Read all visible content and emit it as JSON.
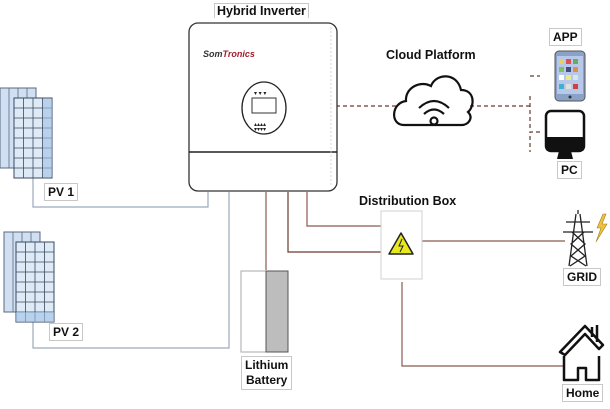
{
  "diagram": {
    "inverter": {
      "label": "Hybrid Inverter",
      "brand_prefix": "Som",
      "brand_suffix": "Tronics"
    },
    "cloud": {
      "label": "Cloud Platform"
    },
    "app": {
      "label": "APP"
    },
    "pc": {
      "label": "PC"
    },
    "pv1": {
      "label": "PV 1"
    },
    "pv2": {
      "label": "PV 2"
    },
    "battery": {
      "label_line1": "Lithium",
      "label_line2": "Battery"
    },
    "distribution_box": {
      "label": "Distribution Box"
    },
    "grid": {
      "label": "GRID"
    },
    "home": {
      "label": "Home"
    }
  },
  "colors": {
    "dc_line": "#9aaabb",
    "ac_line": "#8b5a52",
    "data_line": "#6b3a2e",
    "brand_red": "#a02030",
    "warning_yellow": "#e8e020",
    "battery_fill": "#bdbdbd"
  }
}
